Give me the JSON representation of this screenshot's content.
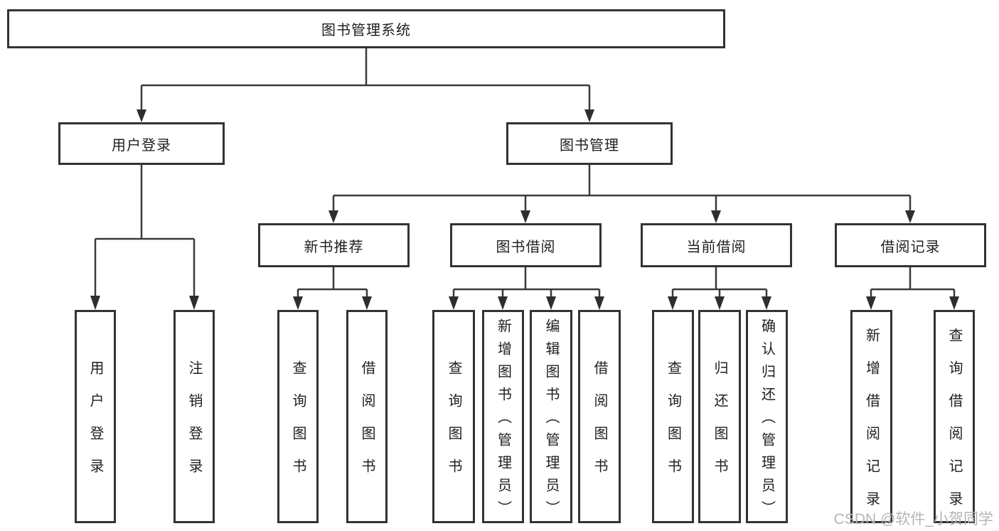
{
  "nodes": {
    "root": "图书管理系统",
    "user_login": "用户登录",
    "book_mgmt": "图书管理",
    "new_book_rec": "新书推荐",
    "book_borrow": "图书借阅",
    "current_borrow": "当前借阅",
    "borrow_record": "借阅记录",
    "ul_login": "用户登录",
    "ul_logout": "注销登录",
    "nbr_query": "查询图书",
    "nbr_borrow": "借阅图书",
    "bb_query": "查询图书",
    "bb_add": "新增图书（管理员）",
    "bb_edit": "编辑图书（管理员）",
    "bb_borrow": "借阅图书",
    "cb_query": "查询图书",
    "cb_return": "归还图书",
    "cb_confirm": "确认归还（管理员）",
    "br_add": "新增借阅记录",
    "br_query": "查询借阅记录"
  },
  "hierarchy": {
    "图书管理系统": {
      "用户登录": [
        "用户登录",
        "注销登录"
      ],
      "图书管理": {
        "新书推荐": [
          "查询图书",
          "借阅图书"
        ],
        "图书借阅": [
          "查询图书",
          "新增图书（管理员）",
          "编辑图书（管理员）",
          "借阅图书"
        ],
        "当前借阅": [
          "查询图书",
          "归还图书",
          "确认归还（管理员）"
        ],
        "借阅记录": [
          "新增借阅记录",
          "查询借阅记录"
        ]
      }
    }
  },
  "watermark": "CSDN @软件_小贺同学",
  "colors": {
    "line": "#3a3a3a",
    "box_border": "#333333",
    "text": "#1f1f1f",
    "watermark": "#b5b5b8",
    "background": "#ffffff"
  }
}
